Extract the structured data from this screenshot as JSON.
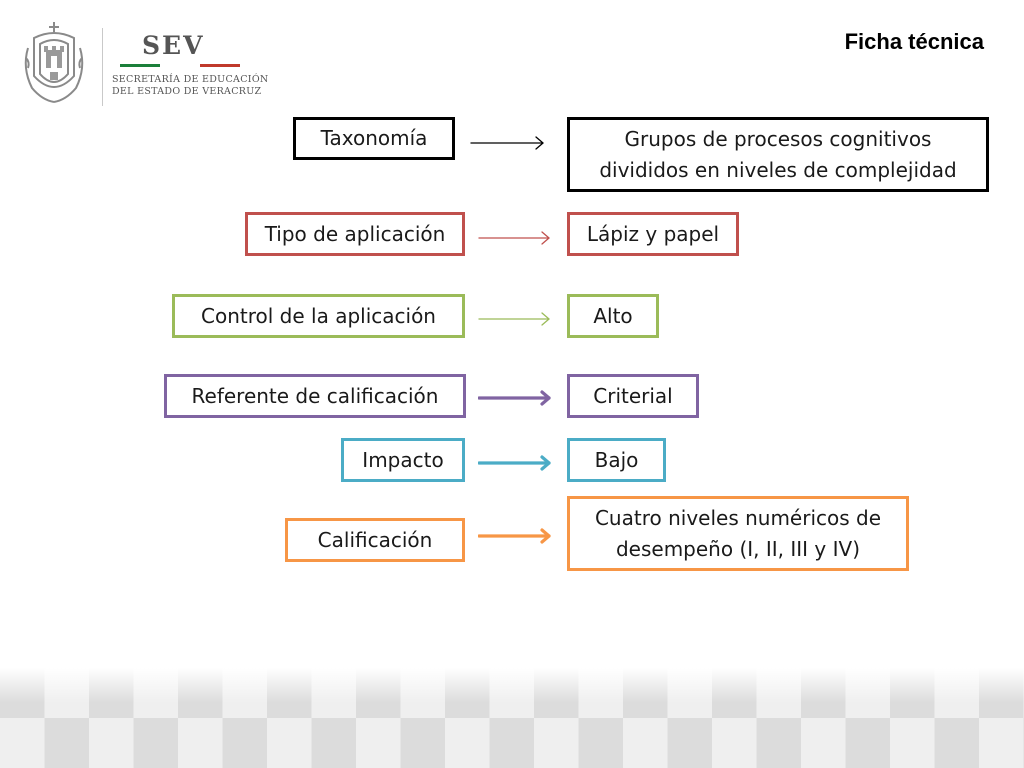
{
  "header": {
    "logo": {
      "acronym": "SEV",
      "line1": "SECRETARÍA DE EDUCACIÓN",
      "line2": "DEL ESTADO DE VERACRUZ",
      "stripe_colors": [
        "#1b7f3a",
        "#ffffff",
        "#c0392b"
      ]
    },
    "title": "Ficha técnica"
  },
  "rows": [
    {
      "term": "Taxonomía",
      "definition": "Grupos de procesos cognitivos divididos en niveles de complejidad",
      "color": "#000000"
    },
    {
      "term": "Tipo de aplicación",
      "definition": "Lápiz y papel",
      "color": "#c0504d"
    },
    {
      "term": "Control de la aplicación",
      "definition": "Alto",
      "color": "#9bbb59"
    },
    {
      "term": "Referente de calificación",
      "definition": "Criterial",
      "color": "#8064a2"
    },
    {
      "term": "Impacto",
      "definition": "Bajo",
      "color": "#4bacc6"
    },
    {
      "term": "Calificación",
      "definition": "Cuatro niveles numéricos de desempeño (I, II, III y IV)",
      "color": "#f79646"
    }
  ]
}
